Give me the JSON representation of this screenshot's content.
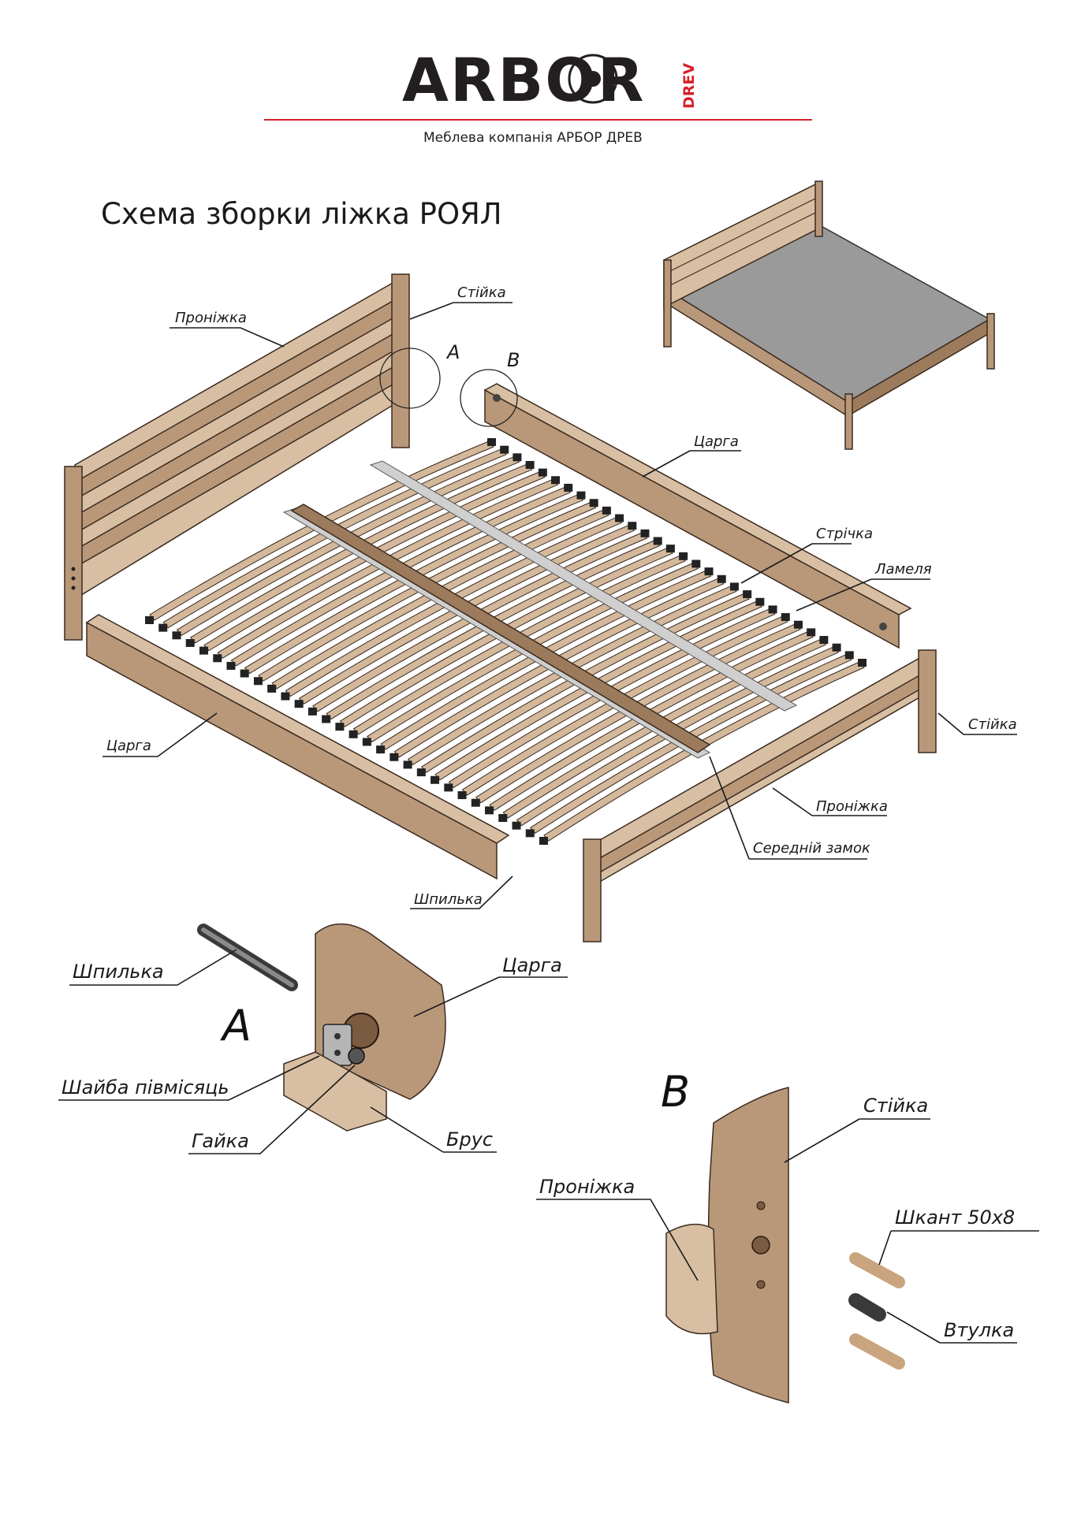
{
  "logo": {
    "brand": "ARBOR",
    "sub": "DREV",
    "tagline": "Меблева компанія АРБОР ДРЕВ",
    "accent_color": "#d8202a"
  },
  "title": "Схема зборки ліжка РОЯЛ",
  "labels": {
    "stiyka_top": "Стійка",
    "pronizhka_top": "Проніжка",
    "a_marker": "A",
    "b_marker": "B",
    "tsarga_right": "Царга",
    "strichka": "Стрічка",
    "lamelia": "Ламеля",
    "stiyka_right": "Стійка",
    "tsarga_left": "Царга",
    "pronizhka_bottom": "Проніжка",
    "seredniy_zamok": "Середній замок",
    "shpylka_small": "Шпилька"
  },
  "detail_a": {
    "letter": "A",
    "shpylka": "Шпилька",
    "tsarga": "Царга",
    "shayba": "Шайба півмісяць",
    "gayka": "Гайка",
    "brus": "Брус"
  },
  "detail_b": {
    "letter": "B",
    "stiyka": "Стійка",
    "pronizhka": "Проніжка",
    "shkant": "Шкант 50х8",
    "vtulka": "Втулка"
  },
  "colors": {
    "wood": "#b9987a",
    "wood_dark": "#9c7a5c",
    "wood_light": "#d8bfa3",
    "mattress": "#9a9a9a",
    "strap": "#cfcfcf"
  }
}
